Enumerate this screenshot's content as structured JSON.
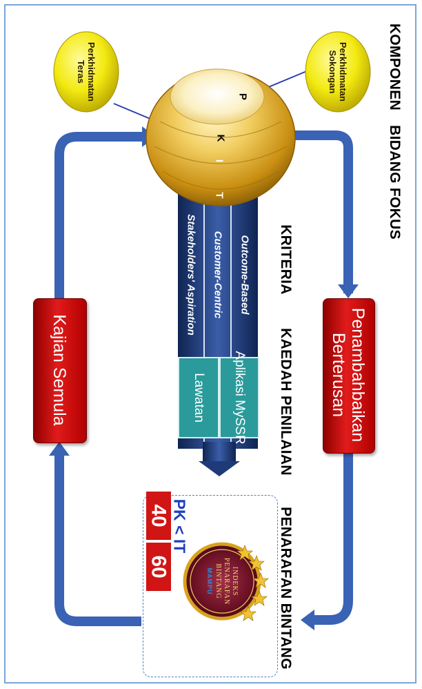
{
  "headings": {
    "komponen": "KOMPONEN",
    "bidang_fokus": "BIDANG FOKUS",
    "kriteria": "KRITERIA",
    "kaedah_penilaian": "KAEDAH PENILAIAN",
    "penarafan_bintang": "PENARAFAN BINTANG"
  },
  "components": {
    "sokongan": [
      "Perkhidmatan",
      "Sokongan"
    ],
    "teras": [
      "Perkhidmatan",
      "Teras"
    ]
  },
  "sphere_letters": [
    "P",
    "K",
    "I",
    "T"
  ],
  "criteria": [
    "Outcome-Based",
    "Customer-Centric",
    "Stakeholders' Aspiration"
  ],
  "methods": [
    "Aplikasi MySSR",
    "Lawatan"
  ],
  "cycle": {
    "improve": [
      "Penambahbaikan",
      "Berterusan"
    ],
    "review": "Kajian Semula"
  },
  "rating": {
    "badge_lines": [
      "INDEKS",
      "PENARAFAN",
      "BINTANG"
    ],
    "badge_brand": "MAMPU",
    "formula": "PK < IT",
    "pk_weight": "40",
    "it_weight": "60"
  },
  "colors": {
    "sphere_gold": "#d9a21d",
    "oval_yellow": "#f2ef1a",
    "red_box": "#d41212",
    "teal_box": "#2b9a9a",
    "arrow_blue": "#3a62b5",
    "shaft_navy": "#1f3a78",
    "frame_blue": "#7aa6d8"
  }
}
